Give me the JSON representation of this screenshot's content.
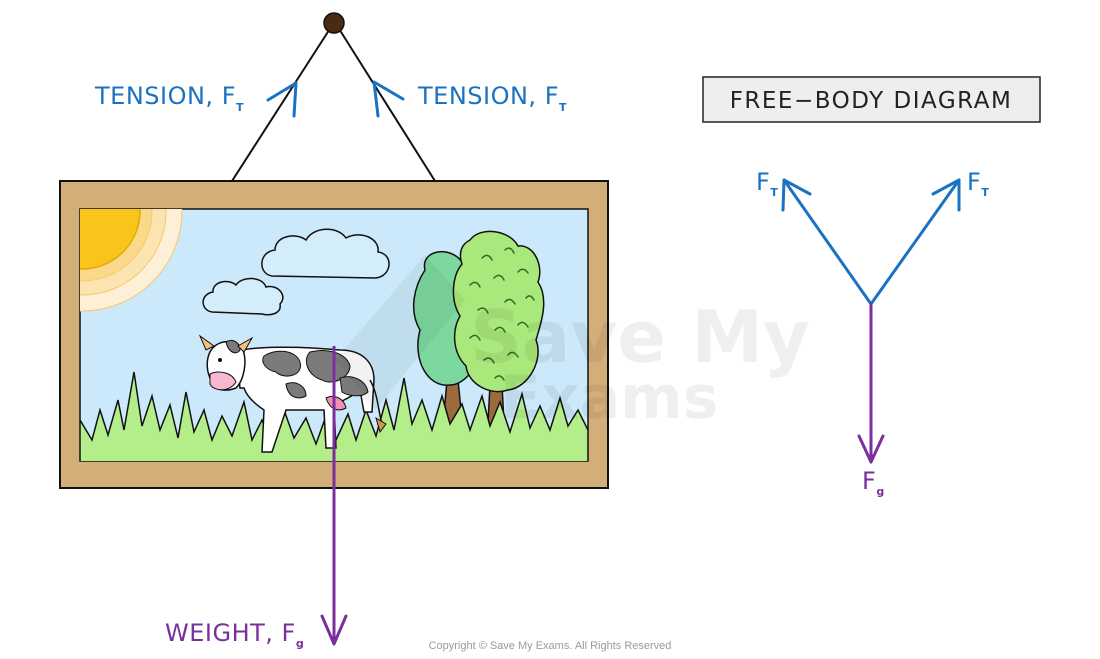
{
  "colors": {
    "tension": "#1a73c2",
    "weight": "#7b2f9e",
    "frame": "#d4ae78",
    "sky": "#cbe9fa",
    "grass": "#b4ee8a",
    "sun": "#f9c51b",
    "string": "#111111",
    "nail": "#4a2a14"
  },
  "labels": {
    "tension_left_main": "TENSION, F",
    "tension_left_sub": "T",
    "tension_right_main": "TENSION, F",
    "tension_right_sub": "T",
    "weight_main": "WEIGHT, F",
    "weight_sub": "g"
  },
  "fbd": {
    "title": "FREE−BODY  DIAGRAM",
    "ft_left_main": "F",
    "ft_left_sub": "T",
    "ft_right_main": "F",
    "ft_right_sub": "T",
    "fg_main": "F",
    "fg_sub": "g"
  },
  "watermark": {
    "line1": "Save My",
    "line2": "Exams"
  },
  "copyright": "Copyright © Save My Exams. All Rights Reserved"
}
